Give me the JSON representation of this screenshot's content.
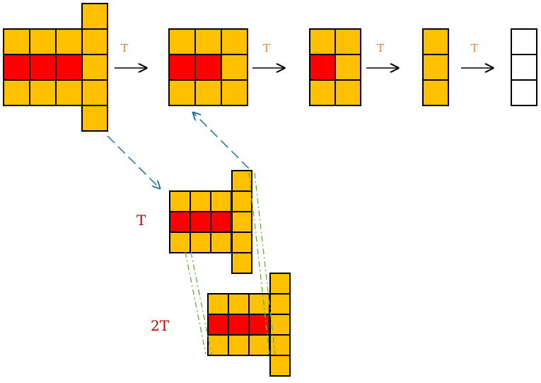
{
  "labels": {
    "step": "T",
    "time_t": "T",
    "time_2t": "2T"
  },
  "colors": {
    "cell_yellow": "#FFC000",
    "cell_red": "#FF0000",
    "cell_empty": "#FFFFFF",
    "cell_border": "#000000",
    "step_label": "#ED7D31",
    "time_label": "#C00000",
    "dashed_arrow": "#1F7391",
    "dashdot_line": "#70AD47",
    "arrow": "#000000"
  },
  "grids": [
    {
      "id": "stage-1",
      "rows": 3,
      "cols": 3,
      "red": [
        [
          1,
          0
        ],
        [
          1,
          1
        ],
        [
          1,
          2
        ]
      ],
      "column_cells": 5
    },
    {
      "id": "stage-2",
      "rows": 3,
      "cols": 3,
      "red": [
        [
          1,
          0
        ],
        [
          1,
          1
        ]
      ],
      "column_cells": 0
    },
    {
      "id": "stage-3",
      "rows": 3,
      "cols": 2,
      "red": [
        [
          1,
          0
        ]
      ],
      "column_cells": 0
    },
    {
      "id": "stage-4",
      "rows": 3,
      "cols": 1,
      "red": [],
      "column_cells": 0
    },
    {
      "id": "stage-5",
      "rows": 3,
      "cols": 1,
      "red": [],
      "column_cells": 0,
      "empty": true
    },
    {
      "id": "detail-T",
      "rows": 3,
      "cols": 3,
      "red": [
        [
          1,
          0
        ],
        [
          1,
          1
        ],
        [
          1,
          2
        ]
      ],
      "column_cells": 5
    },
    {
      "id": "detail-2T",
      "rows": 3,
      "cols": 3,
      "red": [
        [
          1,
          0
        ],
        [
          1,
          1
        ],
        [
          1,
          2
        ]
      ],
      "column_cells": 5
    }
  ]
}
